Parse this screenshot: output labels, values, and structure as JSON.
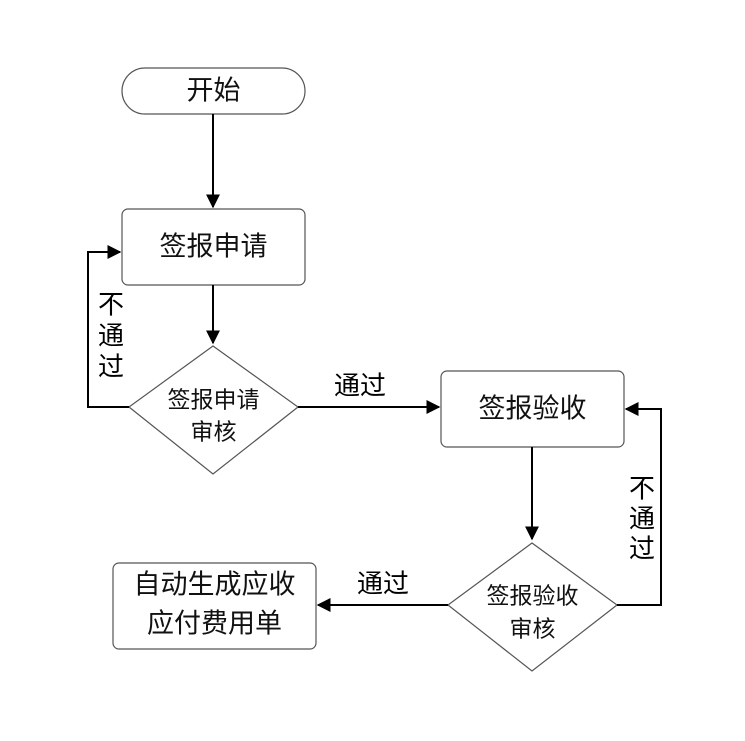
{
  "flowchart": {
    "start": {
      "label": "开始"
    },
    "apply": {
      "label": "签报申请"
    },
    "apply_review": {
      "line1": "签报申请",
      "line2": "审核"
    },
    "acceptance": {
      "label": "签报验收"
    },
    "acceptance_review": {
      "line1": "签报验收",
      "line2": "审核"
    },
    "generate": {
      "line1": "自动生成应收",
      "line2": "应付费用单"
    },
    "edges": {
      "apply_reject": [
        "不",
        "通",
        "过"
      ],
      "apply_pass": "通过",
      "acceptance_reject": [
        "不",
        "通",
        "过"
      ],
      "acceptance_pass": "通过"
    }
  }
}
